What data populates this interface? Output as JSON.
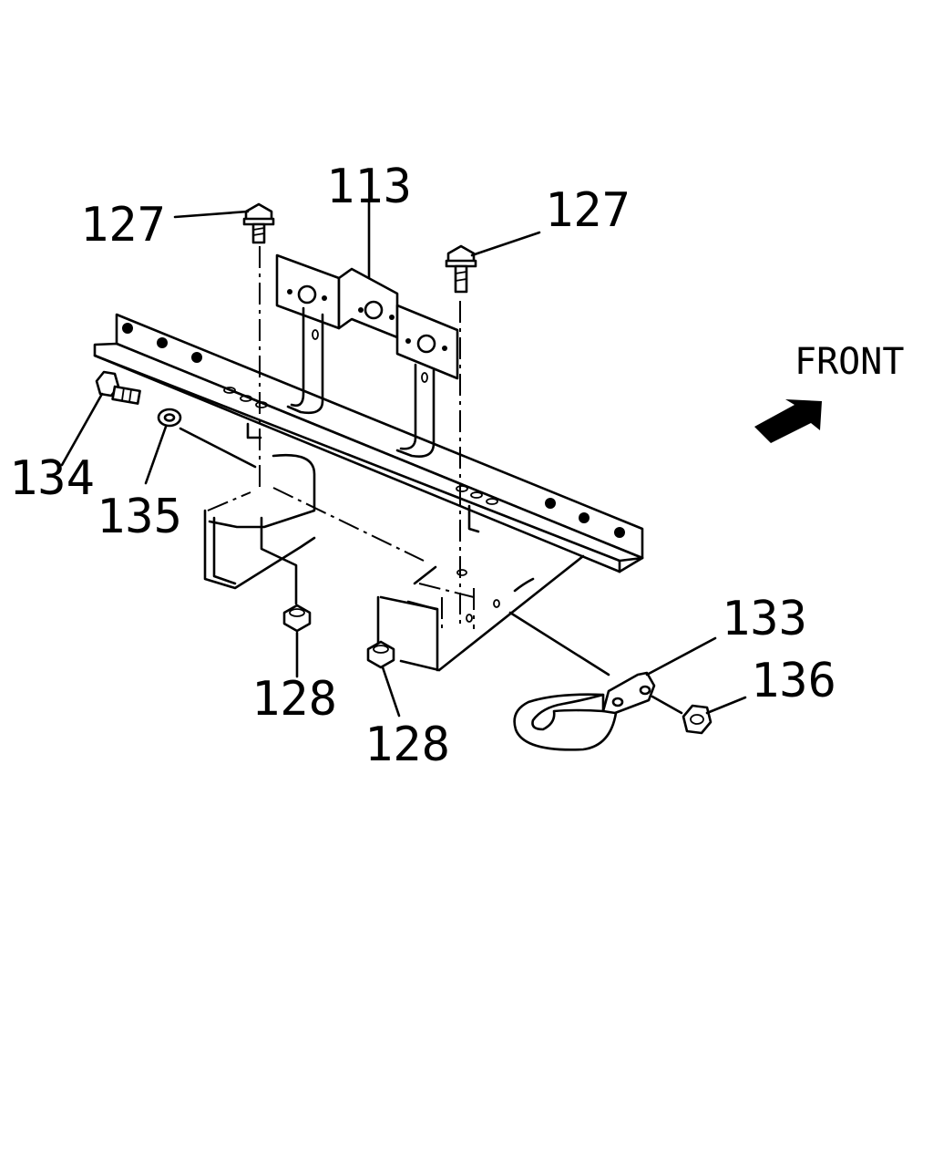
{
  "diagram": {
    "direction_label": "FRONT",
    "callouts": {
      "bracket": "113",
      "bolt_left": "127",
      "bolt_right": "127",
      "bolt_side": "134",
      "washer": "135",
      "nut_left": "128",
      "nut_right": "128",
      "tow_hook": "133",
      "hook_nut": "136"
    },
    "colors": {
      "line": "#000000",
      "background": "#ffffff"
    }
  }
}
